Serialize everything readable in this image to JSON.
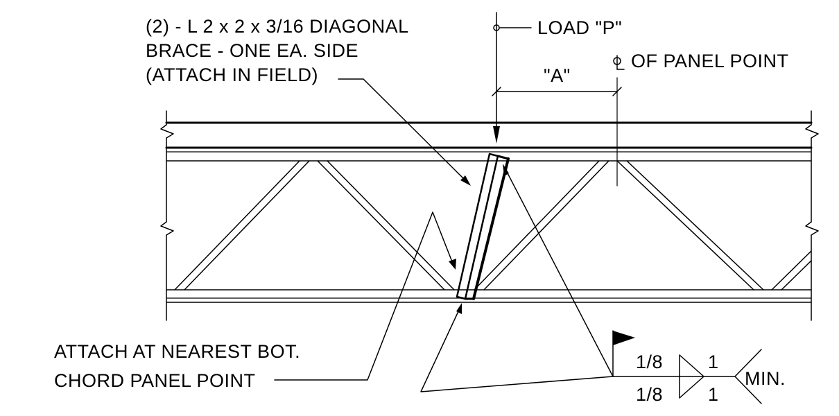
{
  "note_brace": {
    "line1": "(2) - L 2 x 2 x 3/16 DIAGONAL",
    "line2": "BRACE - ONE EA. SIDE",
    "line3": "(ATTACH IN FIELD)"
  },
  "load_label": "LOAD \"P\"",
  "dim_label": "\"A\"",
  "centerline_label": "OF PANEL POINT",
  "note_attach": {
    "line1": "ATTACH AT NEAREST BOT.",
    "line2": "CHORD PANEL POINT"
  },
  "weld": {
    "size_top": "1/8",
    "size_bottom": "1/8",
    "length_top": "1",
    "length_bottom": "1",
    "tail": "MIN."
  }
}
